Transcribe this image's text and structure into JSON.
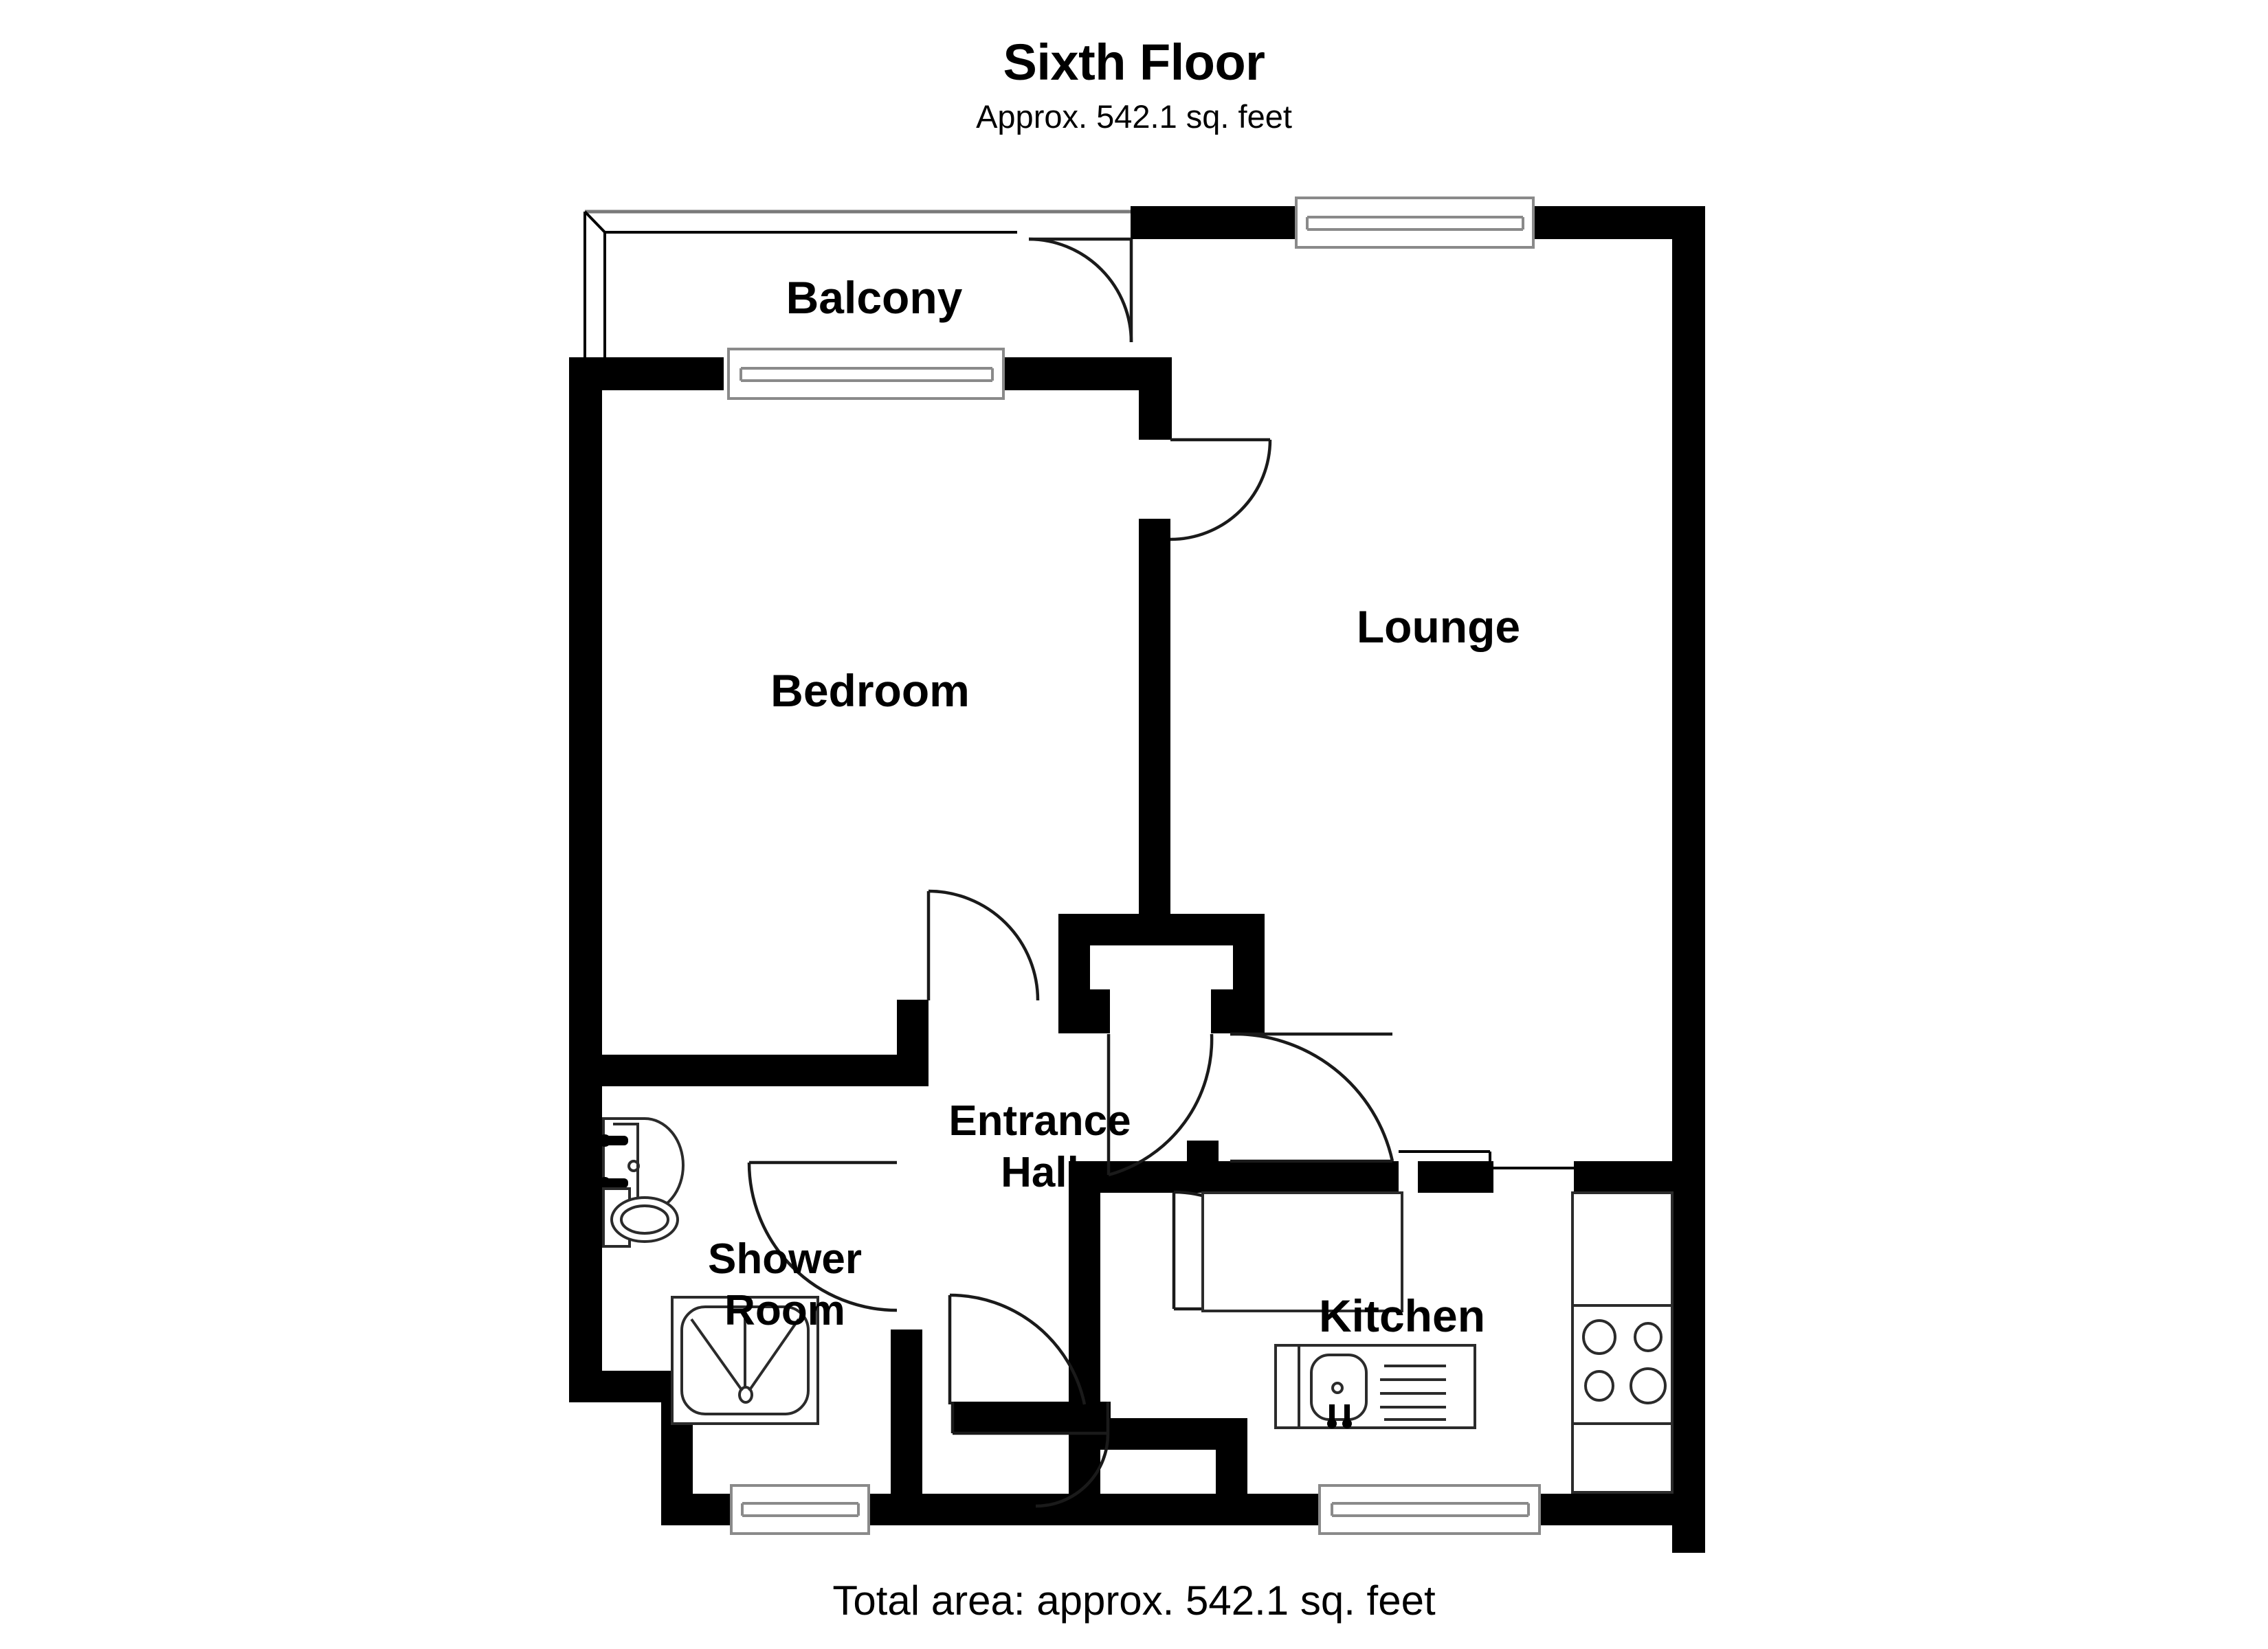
{
  "header": {
    "title": "Sixth Floor",
    "subtitle": "Approx. 542.1 sq. feet"
  },
  "footer": {
    "total_area": "Total area: approx. 542.1 sq. feet"
  },
  "plan": {
    "rooms": [
      {
        "id": "balcony",
        "label": "Balcony",
        "label_lines": [
          "Balcony"
        ]
      },
      {
        "id": "bedroom",
        "label": "Bedroom",
        "label_lines": [
          "Bedroom"
        ]
      },
      {
        "id": "lounge",
        "label": "Lounge",
        "label_lines": [
          "Lounge"
        ]
      },
      {
        "id": "entrance-hall",
        "label": "Entrance Hall",
        "label_lines": [
          "Entrance",
          "Hall"
        ]
      },
      {
        "id": "shower-room",
        "label": "Shower Room",
        "label_lines": [
          "Shower",
          "Room"
        ]
      },
      {
        "id": "kitchen",
        "label": "Kitchen",
        "label_lines": [
          "Kitchen"
        ]
      }
    ],
    "fixtures": [
      {
        "id": "wash-basin",
        "name": "wash-basin",
        "room": "shower-room"
      },
      {
        "id": "toilet",
        "name": "toilet",
        "room": "shower-room"
      },
      {
        "id": "shower-tray",
        "name": "shower-tray",
        "room": "shower-room"
      },
      {
        "id": "kitchen-worktop",
        "name": "kitchen-worktop",
        "room": "kitchen"
      },
      {
        "id": "kitchen-hob",
        "name": "kitchen-hob",
        "room": "kitchen"
      },
      {
        "id": "kitchen-sink",
        "name": "kitchen-sink",
        "room": "kitchen"
      },
      {
        "id": "storage-cupboard",
        "name": "storage-cupboard",
        "room": "entrance-hall"
      }
    ],
    "windows": [
      {
        "id": "window-lounge-top",
        "wall": "north"
      },
      {
        "id": "window-bedroom-top",
        "wall": "north"
      },
      {
        "id": "window-shower-bottom",
        "wall": "south"
      },
      {
        "id": "window-kitchen-bottom",
        "wall": "south"
      }
    ],
    "doors": [
      {
        "id": "door-balcony",
        "from": "lounge",
        "to": "balcony"
      },
      {
        "id": "door-bedroom",
        "from": "bedroom",
        "to": "lounge"
      },
      {
        "id": "door-bedroom-hall",
        "from": "entrance-hall",
        "to": "bedroom"
      },
      {
        "id": "door-cupboard",
        "from": "entrance-hall",
        "to": "storage-cupboard"
      },
      {
        "id": "door-lounge-hall",
        "from": "entrance-hall",
        "to": "lounge"
      },
      {
        "id": "door-shower",
        "from": "entrance-hall",
        "to": "shower-room"
      },
      {
        "id": "door-kitchen",
        "from": "entrance-hall",
        "to": "kitchen"
      },
      {
        "id": "door-entrance",
        "from": "outside",
        "to": "entrance-hall"
      }
    ]
  },
  "colors": {
    "wall": "#000000",
    "background": "#ffffff",
    "fixture_stroke": "#2b2b2b",
    "window_stroke": "#8a8a8a",
    "text": "#000000"
  }
}
